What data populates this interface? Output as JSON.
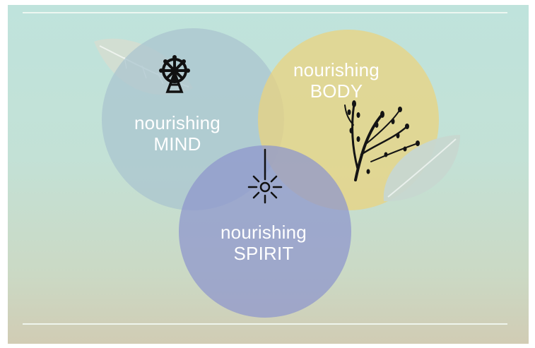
{
  "circles": {
    "mind": {
      "line1": "nourishing",
      "line2": "MIND",
      "color": "#a9c3cf"
    },
    "body": {
      "line1": "nourishing",
      "line2": "BODY",
      "color": "#ecd27c"
    },
    "spirit": {
      "line1": "nourishing",
      "line2": "SPIRIT",
      "color": "#8f97cc"
    }
  },
  "icons": {
    "mind": "ferris-wheel-icon",
    "body": "branch-icon",
    "spirit": "light-bulb-icon"
  }
}
